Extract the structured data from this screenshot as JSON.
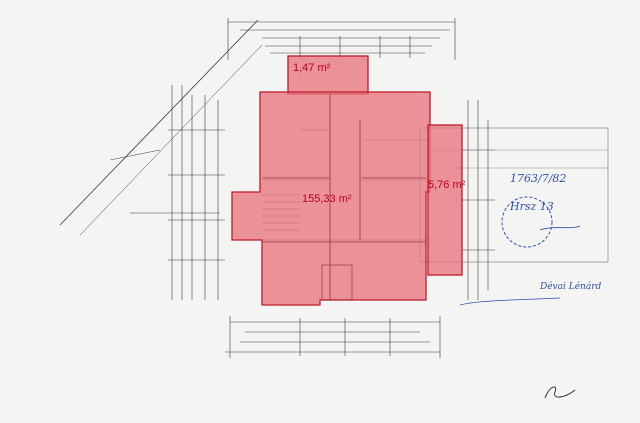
{
  "floorplan": {
    "area_labels": {
      "north_balcony": "1,47 m²",
      "main_floor": "155,33 m²",
      "east_terrace": "5,76 m²"
    },
    "stamp": {
      "number": "1763/7/82",
      "lot": "Hrsz 13"
    },
    "signature_note": "Dévai Lénárd",
    "colors": {
      "highlight_fill": "#e8767f",
      "highlight_stroke": "#c01a2a",
      "area_text": "#c0001a",
      "ink_blue": "#2f4fb0",
      "pencil": "#2a2a2a"
    }
  }
}
